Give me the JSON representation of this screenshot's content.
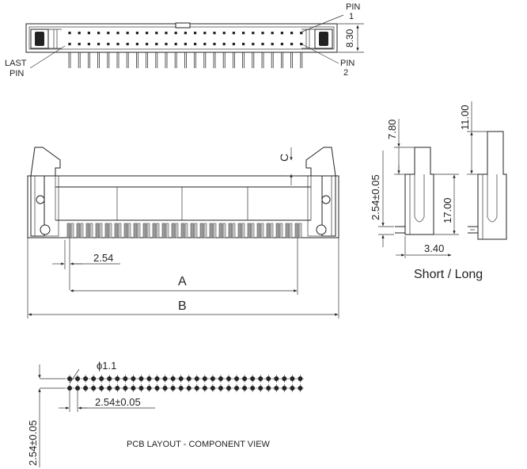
{
  "colors": {
    "line": "#222222",
    "pin_fill": "#9a9a9a",
    "background": "#ffffff"
  },
  "top_view": {
    "pin1_label": "PIN",
    "pin1_number": "1",
    "pin2_label": "PIN",
    "pin2_number": "2",
    "last_pin_line1": "LAST",
    "last_pin_line2": "PIN",
    "height_dim": "8.30"
  },
  "front_view": {
    "dim_c": "C",
    "pitch_dim": "2.54",
    "dim_a": "A",
    "dim_b": "B"
  },
  "side_view": {
    "dim_7_80": "7.80",
    "dim_11_00": "11.00",
    "dim_2_54": "2.54±0.05",
    "dim_17_00": "17.00",
    "dim_3_40": "3.40",
    "caption": "Short / Long"
  },
  "pcb_layout": {
    "hole_dim": "ϕ1.1",
    "pitch_dim": "2.54±0.05",
    "row_dim": "2.54±0.05",
    "caption": "PCB LAYOUT - COMPONENT VIEW"
  }
}
